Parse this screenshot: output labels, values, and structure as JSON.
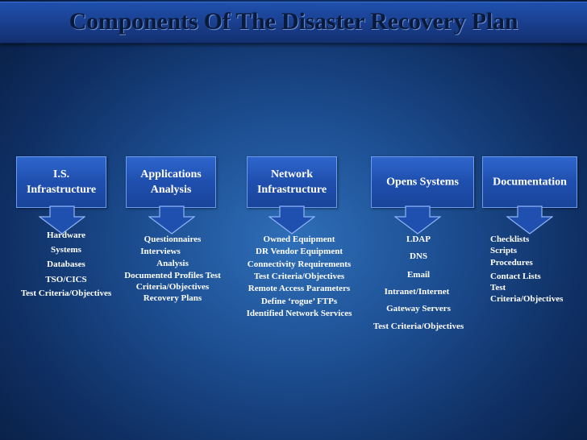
{
  "title": "Components Of The Disaster Recovery Plan",
  "columns": [
    {
      "label": "I.S.\nInfrastructure",
      "items": [
        "Hardware",
        "Systems",
        "Databases",
        "TSO/CICS",
        "Test Criteria/Objectives"
      ]
    },
    {
      "label": "Applications\nAnalysis",
      "items": [
        "Questionnaires",
        "Interviews",
        "Analysis",
        "Documented Profiles Test",
        "Criteria/Objectives",
        "Recovery Plans"
      ]
    },
    {
      "label": "Network\nInfrastructure",
      "items": [
        "Owned Equipment",
        "DR Vendor Equipment",
        "Connectivity Requirements",
        "Test Criteria/Objectives",
        "Remote Access Parameters",
        "Define ‘rogue’ FTPs",
        "Identified Network Services"
      ]
    },
    {
      "label": "Opens Systems",
      "items": [
        "LDAP",
        "DNS",
        "Email",
        "Intranet/Internet",
        "Gateway Servers",
        "Test Criteria/Objectives"
      ]
    },
    {
      "label": "Documentation",
      "items": [
        "Checklists",
        "Scripts",
        "Procedures",
        "Contact Lists",
        "Test",
        "Criteria/Objectives"
      ]
    }
  ]
}
